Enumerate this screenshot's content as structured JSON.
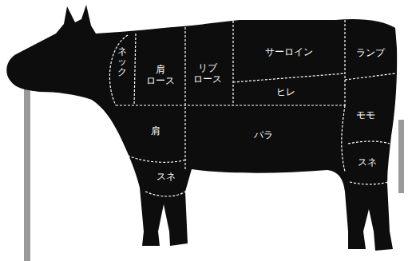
{
  "diagram": {
    "labels": [
      "ネック",
      "肩 ロース",
      "リブ ロース",
      "サーロイン",
      "ランプ",
      "ヒレ",
      "モモ",
      "肩",
      "バラ",
      "スネ",
      "スネ"
    ]
  }
}
